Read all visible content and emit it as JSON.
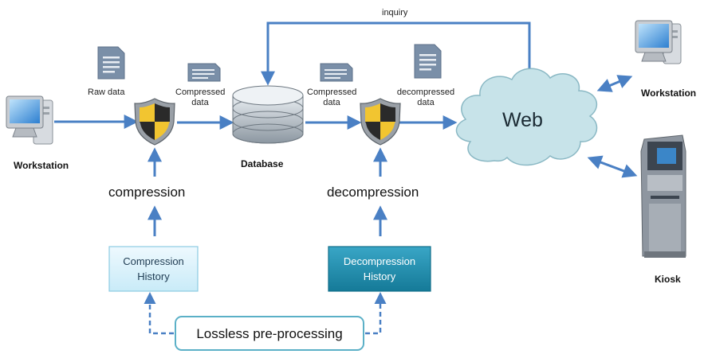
{
  "nodes": {
    "workstation_left": "Workstation",
    "database": "Database",
    "web": "Web",
    "workstation_right": "Workstation",
    "kiosk": "Kiosk"
  },
  "flows": {
    "raw_data": "Raw data",
    "compressed_data_1_line1": "Compressed",
    "compressed_data_1_line2": "data",
    "compressed_data_2_line1": "Compressed",
    "compressed_data_2_line2": "data",
    "decompressed_data_line1": "decompressed",
    "decompressed_data_line2": "data",
    "inquiry": "inquiry"
  },
  "processes": {
    "compression": "compression",
    "decompression": "decompression",
    "lossless": "Lossless pre-processing"
  },
  "history": {
    "compression_line1": "Compression",
    "compression_line2": "History",
    "decompression_line1": "Decompression",
    "decompression_line2": "History"
  },
  "colors": {
    "arrow": "#4a80c4",
    "cloud": "#c7e3e9",
    "compression_box": "#d9f1fb",
    "decompression_box": "#1f8fb0",
    "lossless_border": "#5bb0c7"
  }
}
